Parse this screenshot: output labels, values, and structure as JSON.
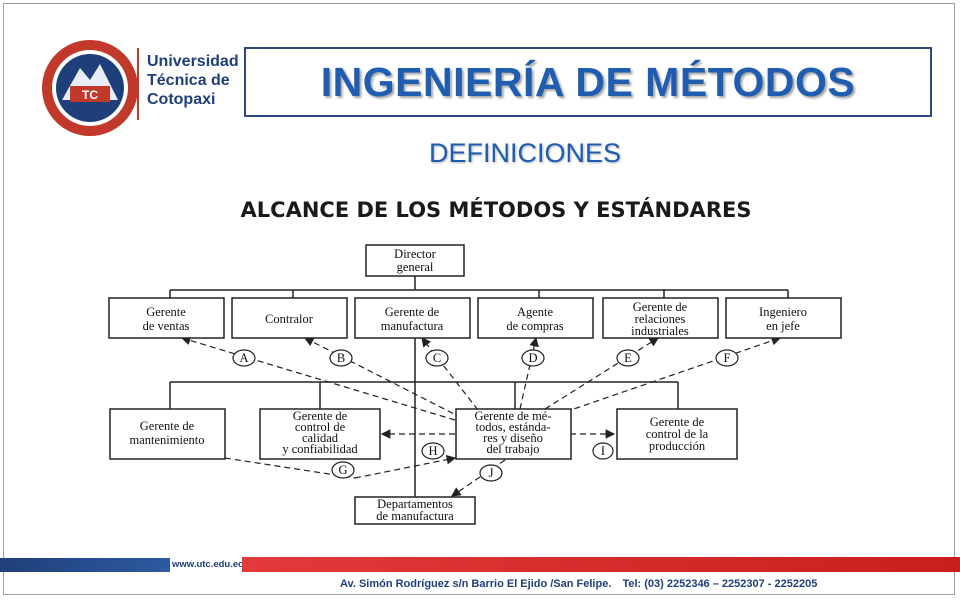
{
  "header": {
    "university_name": [
      "Universidad",
      "Técnica de",
      "Cotopaxi"
    ],
    "title": "INGENIERÍA DE MÉTODOS",
    "subtitle": "DEFINICIONES"
  },
  "diagram": {
    "heading": "ALCANCE DE LOS MÉTODOS Y ESTÁNDARES",
    "boxes": {
      "director": [
        "Director",
        "general"
      ],
      "ventas": [
        "Gerente",
        "de ventas"
      ],
      "contralor": [
        "Contralor"
      ],
      "manufactura": [
        "Gerente de",
        "manufactura"
      ],
      "compras": [
        "Agente",
        "de compras"
      ],
      "relaciones": [
        "Gerente de",
        "relaciones",
        "industriales"
      ],
      "ingeniero": [
        "Ingeniero",
        "en jefe"
      ],
      "mantenimiento": [
        "Gerente de",
        "mantenimiento"
      ],
      "calidad": [
        "Gerente de",
        "control de",
        "calidad",
        "y confiabilidad"
      ],
      "metodos": [
        "Gerente de mé-",
        "todos, estánda-",
        "res y diseño",
        "del trabajo"
      ],
      "produccion": [
        "Gerente de",
        "control de la",
        "producción"
      ],
      "departamentos": [
        "Departamentos",
        "de manufactura"
      ]
    },
    "circle_labels": [
      "A",
      "B",
      "C",
      "D",
      "E",
      "F",
      "G",
      "H",
      "I",
      "J"
    ]
  },
  "footer": {
    "url": "www.utc.edu.ec",
    "address": "Av. Simón Rodríguez s/n Barrio El Ejido /San Felipe.",
    "phones": "Tel: (03) 2252346 – 2252307 - 2252205"
  },
  "colors": {
    "title_blue": "#1f5db0",
    "brand_navy": "#1f3f7a",
    "brand_red": "#c81e1e"
  }
}
